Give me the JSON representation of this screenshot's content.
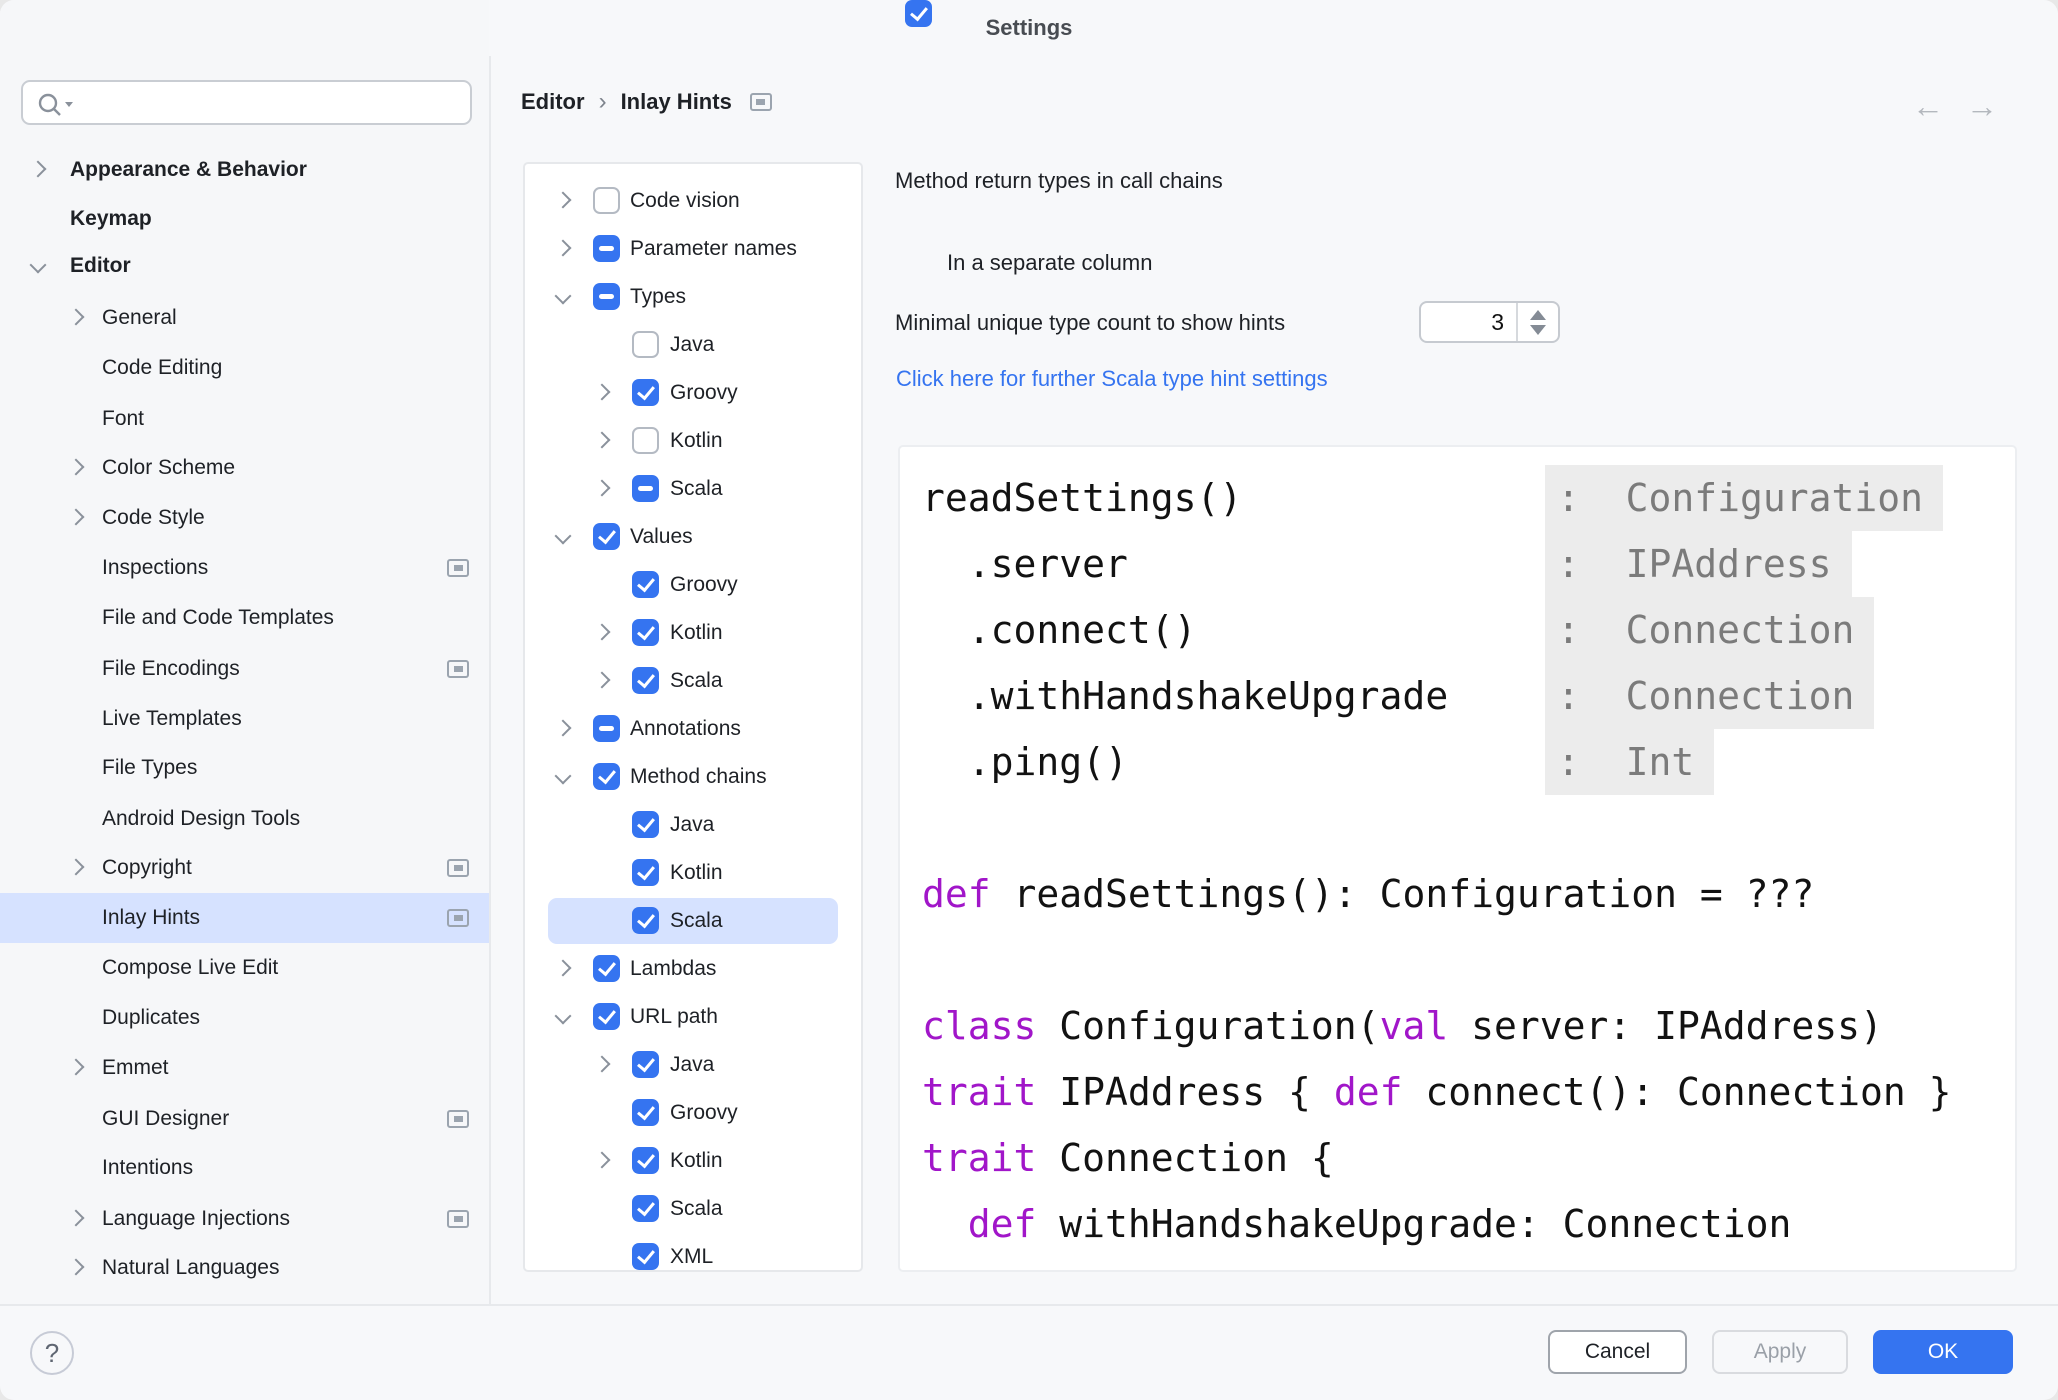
{
  "window": {
    "title": "Settings"
  },
  "colors": {
    "accent": "#3574f0",
    "selection": "#d6e2ff",
    "keyword": "#a116c9",
    "link": "#3574f0",
    "hint_text": "#7b7b7b",
    "hint_bg": "#ececec"
  },
  "sidebar": {
    "search_placeholder": "",
    "selected_item": "Inlay Hints",
    "items": [
      {
        "label": "Appearance & Behavior"
      },
      {
        "label": "Keymap"
      },
      {
        "label": "Editor"
      },
      {
        "label": "General"
      },
      {
        "label": "Code Editing"
      },
      {
        "label": "Font"
      },
      {
        "label": "Color Scheme"
      },
      {
        "label": "Code Style"
      },
      {
        "label": "Inspections"
      },
      {
        "label": "File and Code Templates"
      },
      {
        "label": "File Encodings"
      },
      {
        "label": "Live Templates"
      },
      {
        "label": "File Types"
      },
      {
        "label": "Android Design Tools"
      },
      {
        "label": "Copyright"
      },
      {
        "label": "Inlay Hints"
      },
      {
        "label": "Compose Live Edit"
      },
      {
        "label": "Duplicates"
      },
      {
        "label": "Emmet"
      },
      {
        "label": "GUI Designer"
      },
      {
        "label": "Intentions"
      },
      {
        "label": "Language Injections"
      },
      {
        "label": "Natural Languages"
      }
    ]
  },
  "breadcrumb": {
    "parent": "Editor",
    "separator": "›",
    "current": "Inlay Hints"
  },
  "tree": {
    "selected_item": "Scala (Method chains)",
    "items": [
      {
        "label": "Code vision",
        "state": "unchecked"
      },
      {
        "label": "Parameter names",
        "state": "indeterminate"
      },
      {
        "label": "Types",
        "state": "indeterminate"
      },
      {
        "label": "Java",
        "state": "unchecked"
      },
      {
        "label": "Groovy",
        "state": "checked"
      },
      {
        "label": "Kotlin",
        "state": "unchecked"
      },
      {
        "label": "Scala",
        "state": "indeterminate"
      },
      {
        "label": "Values",
        "state": "checked"
      },
      {
        "label": "Groovy",
        "state": "checked"
      },
      {
        "label": "Kotlin",
        "state": "checked"
      },
      {
        "label": "Scala",
        "state": "checked"
      },
      {
        "label": "Annotations",
        "state": "indeterminate"
      },
      {
        "label": "Method chains",
        "state": "checked"
      },
      {
        "label": "Java",
        "state": "checked"
      },
      {
        "label": "Kotlin",
        "state": "checked"
      },
      {
        "label": "Scala",
        "state": "checked, selected"
      },
      {
        "label": "Lambdas",
        "state": "checked"
      },
      {
        "label": "URL path",
        "state": "checked"
      },
      {
        "label": "Java",
        "state": "checked"
      },
      {
        "label": "Groovy",
        "state": "checked"
      },
      {
        "label": "Kotlin",
        "state": "checked"
      },
      {
        "label": "Scala",
        "state": "checked"
      },
      {
        "label": "XML",
        "state": "checked"
      }
    ]
  },
  "content": {
    "section_title": "Method return types in call chains",
    "separate_column_label": "In a separate column",
    "separate_column_checked": true,
    "min_count_label": "Minimal unique type count to show hints",
    "min_count_value": "3",
    "link_label": "Click here for further Scala type hint settings"
  },
  "preview": {
    "chain": [
      {
        "code": "readSettings()",
        "hint": ":  Configuration"
      },
      {
        "code": "  .server",
        "hint": ":  IPAddress"
      },
      {
        "code": "  .connect()",
        "hint": ":  Connection"
      },
      {
        "code": "  .withHandshakeUpgrade",
        "hint": ":  Connection"
      },
      {
        "code": "  .ping()",
        "hint": ":  Int"
      }
    ],
    "decl": {
      "l1": {
        "kw": "def",
        "rest": " readSettings(): Configuration = ???"
      },
      "l2": {
        "kw": "class",
        "mid": " Configuration(",
        "kw2": "val",
        "rest": " server: IPAddress)"
      },
      "l3": {
        "kw": "trait",
        "mid": " IPAddress { ",
        "kw2": "def",
        "rest": " connect(): Connection }"
      },
      "l4": {
        "kw": "trait",
        "rest": " Connection {"
      },
      "l5": {
        "ind": "  ",
        "kw": "def",
        "rest": " withHandshakeUpgrade: Connection"
      }
    }
  },
  "footer": {
    "cancel": "Cancel",
    "apply": "Apply",
    "ok": "OK",
    "help": "?"
  }
}
